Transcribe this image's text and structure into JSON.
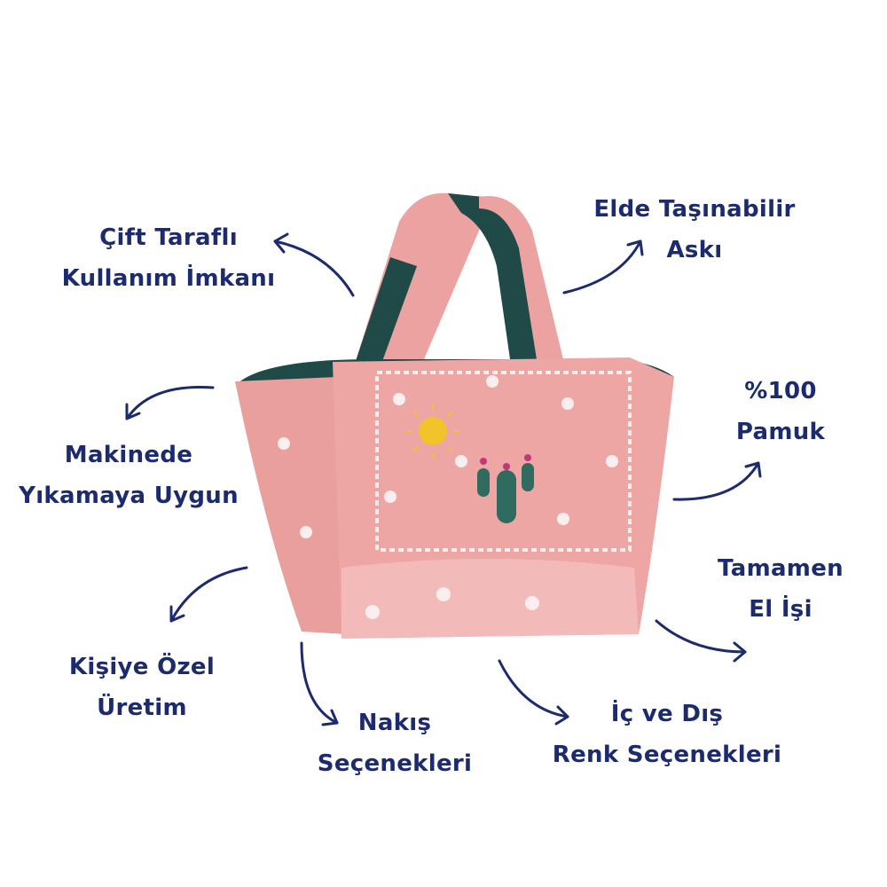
{
  "features": [
    {
      "id": "reversible",
      "lines": [
        "Çift Taraflı",
        "Kullanım İmkanı"
      ]
    },
    {
      "id": "handle",
      "lines": [
        "Elde Taşınabilir",
        "Askı"
      ]
    },
    {
      "id": "cotton",
      "lines": [
        "%100",
        "Pamuk"
      ]
    },
    {
      "id": "washable",
      "lines": [
        "Makinede",
        "Yıkamaya Uygun"
      ]
    },
    {
      "id": "handmade",
      "lines": [
        "Tamamen",
        "El İşi"
      ]
    },
    {
      "id": "personal",
      "lines": [
        "Kişiye Özel",
        "Üretim"
      ]
    },
    {
      "id": "embroidery",
      "lines": [
        "Nakış",
        "Seçenekleri"
      ]
    },
    {
      "id": "colors",
      "lines": [
        "İç ve Dış",
        "Renk Seçenekleri"
      ]
    }
  ],
  "colors": {
    "text": "#1c2a6e",
    "bag_pink": "#eba2a0",
    "bag_green": "#1f4a47",
    "accent_white": "#fbeeee"
  }
}
